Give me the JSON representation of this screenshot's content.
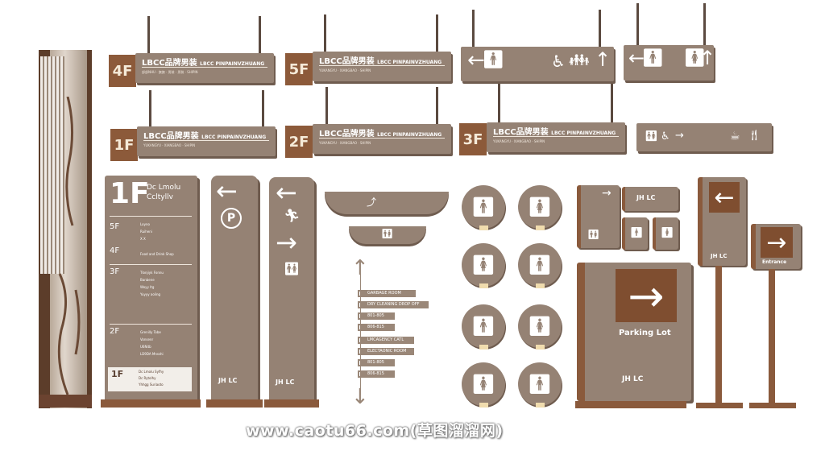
{
  "watermark": "www.caotu66.com(草图溜溜网)",
  "hanging_signs": [
    {
      "floor": "4F",
      "title": "LBCC品牌男装",
      "title_en": "LBCC PINPAINVZHUANG",
      "sub": "部部NHU · 旗旗 · 男装 · 男装 · SHIPIN"
    },
    {
      "floor": "5F",
      "title": "LBCC品牌男装",
      "title_en": "LBCC PINPAINVZHUANG",
      "sub": "YUKANGYU · XIANGBAO · SHIPIN"
    },
    {
      "floor": "1F",
      "title": "LBCC品牌男装",
      "title_en": "LBCC PINPAINVZHUANG",
      "sub": "YUKANGYU · XIANGBAO · SHIPIN"
    },
    {
      "floor": "2F",
      "title": "LBCC品牌男装",
      "title_en": "LBCC PINPAINVZHUANG",
      "sub": "YUKANGYU · XIANGBAO · SHIPIN"
    },
    {
      "floor": "3F",
      "title": "LBCC品牌男装",
      "title_en": "LBCC PINPAINVZHUANG",
      "sub": "YUKANGYU · XIANGBAO · SHIPIN"
    }
  ],
  "directory": {
    "floor": "1F",
    "heading1": "Dc Lmolu",
    "heading2": "Ccltyllv",
    "rows": [
      {
        "floor": "5F",
        "items": [
          "Loyno",
          "Ruiheni",
          "X  X"
        ]
      },
      {
        "floor": "4F",
        "items": [
          "Food and Drink Shop"
        ]
      },
      {
        "floor": "3F",
        "items": [
          "Tlonjiyk Fonnu",
          "Banbene",
          "Woyy ltg",
          "Yuyyy aoling"
        ]
      },
      {
        "floor": "2F",
        "items": [
          "Grenilly Tobe",
          "Vonsenr",
          "U6Nitb",
          "LD9DA Mnsshi"
        ]
      },
      {
        "floor": "1F",
        "items": [
          "Dc Lmolu Syfhy",
          "Dc Rytolhy",
          "Yhhgg Suriaoto"
        ]
      }
    ]
  },
  "brand": "JH LC",
  "directory_list": [
    "GARBAGE ROOM",
    "DRY CLEANING DROP OFF",
    "801-805",
    "806-815",
    "LMCAGENCY CATL",
    "ELECTAONIC ROOM",
    "801-805",
    "806-815"
  ],
  "parking": {
    "label": "Parking Lot"
  },
  "entrance": {
    "label": "Entrance"
  },
  "colors": {
    "sign_grey": "#958274",
    "accent_brown": "#8a5a3c",
    "dark_wood": "#5a4032"
  }
}
